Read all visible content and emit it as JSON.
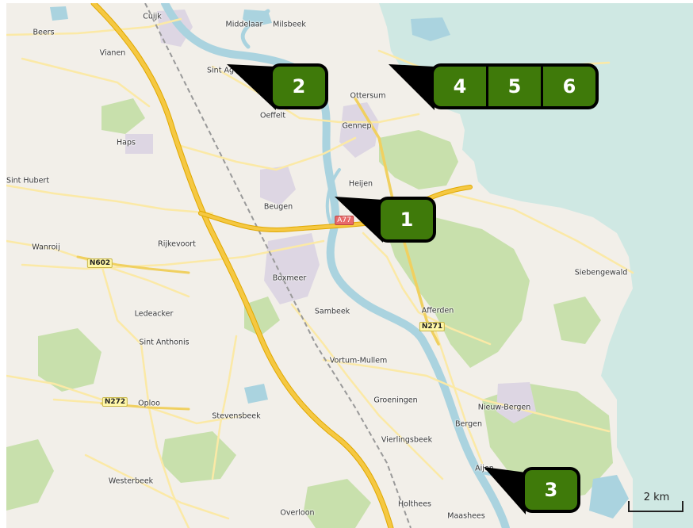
{
  "map": {
    "colors": {
      "land": "#f2efe9",
      "water": "#aad3df",
      "sea": "#cfe8e3",
      "motorway": "#f5c842",
      "road": "#fbe9a6",
      "forest": "#c8e0ac",
      "urban": "#ddd6e3",
      "marker_fill": "#3f7a0a",
      "marker_border": "#000000"
    },
    "places": [
      {
        "id": "cuijk",
        "name": "Cuijk"
      },
      {
        "id": "middelaar",
        "name": "Middelaar"
      },
      {
        "id": "milsbeek",
        "name": "Milsbeek"
      },
      {
        "id": "beers",
        "name": "Beers"
      },
      {
        "id": "vianen",
        "name": "Vianen"
      },
      {
        "id": "sint-agatha",
        "name": "Sint Ag"
      },
      {
        "id": "ottersum",
        "name": "Ottersum"
      },
      {
        "id": "oeffelt",
        "name": "Oeffelt"
      },
      {
        "id": "gennep",
        "name": "Gennep"
      },
      {
        "id": "haps",
        "name": "Haps"
      },
      {
        "id": "heijen",
        "name": "Heijen"
      },
      {
        "id": "sint-hubert",
        "name": "Sint Hubert"
      },
      {
        "id": "beugen",
        "name": "Beugen"
      },
      {
        "id": "wanroij",
        "name": "Wanroij"
      },
      {
        "id": "rijkevoort",
        "name": "Rijkevoort"
      },
      {
        "id": "boxmeer",
        "name": "Boxmeer"
      },
      {
        "id": "siebengewald",
        "name": "Siebengewald"
      },
      {
        "id": "ledeacker",
        "name": "Ledeacker"
      },
      {
        "id": "sambeek",
        "name": "Sambeek"
      },
      {
        "id": "afferden",
        "name": "Afferden"
      },
      {
        "id": "sint-anthonis",
        "name": "Sint Anthonis"
      },
      {
        "id": "vortum-mullem",
        "name": "Vortum-Mullem"
      },
      {
        "id": "oploo",
        "name": "Oploo"
      },
      {
        "id": "groeningen",
        "name": "Groeningen"
      },
      {
        "id": "nieuw-bergen",
        "name": "Nieuw-Bergen"
      },
      {
        "id": "stevensbeek",
        "name": "Stevensbeek"
      },
      {
        "id": "bergen",
        "name": "Bergen"
      },
      {
        "id": "vierlingsbeek",
        "name": "Vierlingsbeek"
      },
      {
        "id": "westerbeek",
        "name": "Westerbeek"
      },
      {
        "id": "holthees",
        "name": "Holthees"
      },
      {
        "id": "overloon",
        "name": "Overloon"
      },
      {
        "id": "maashees",
        "name": "Maashees"
      },
      {
        "id": "aijen",
        "name": "Aijen"
      }
    ],
    "road_shields": [
      {
        "id": "a77",
        "label": "A77",
        "type": "motorway"
      },
      {
        "id": "n602",
        "label": "N602",
        "type": "national"
      },
      {
        "id": "n271",
        "label": "N271",
        "type": "national"
      },
      {
        "id": "n272",
        "label": "N272",
        "type": "national"
      }
    ],
    "markers": [
      {
        "id": "marker-1",
        "labels": [
          "1"
        ]
      },
      {
        "id": "marker-2",
        "labels": [
          "2"
        ]
      },
      {
        "id": "marker-3",
        "labels": [
          "3"
        ]
      },
      {
        "id": "marker-456",
        "labels": [
          "4",
          "5",
          "6"
        ]
      }
    ],
    "scale": {
      "label": "2 km"
    }
  }
}
